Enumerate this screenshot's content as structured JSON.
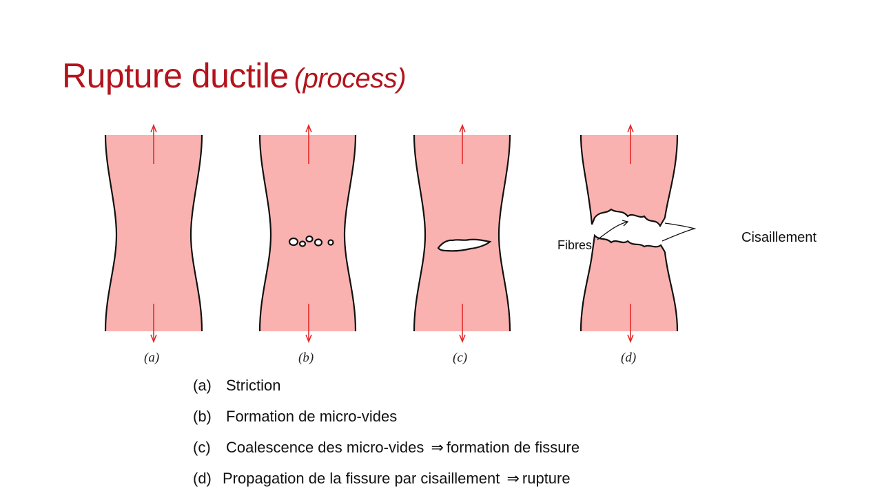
{
  "title": {
    "main": "Rupture ductile",
    "sub": "(process)"
  },
  "figure": {
    "panel_labels": [
      "(a)",
      "(b)",
      "(c)",
      "(d)"
    ],
    "annotations": {
      "fibres": "Fibres",
      "shear": "Cisaillement"
    },
    "colors": {
      "specimen": "#f9b2b0",
      "arrow": "#e32a2a",
      "title": "#b3141c"
    }
  },
  "legend": [
    {
      "tag": "(a)",
      "text": "Striction"
    },
    {
      "tag": "(b)",
      "text": "Formation de micro-vides"
    },
    {
      "tag": "(c)",
      "text": "Coalescence des micro-vides",
      "arrow": "⇒",
      "result": "formation de fissure"
    },
    {
      "tag": "(d)",
      "text": "Propagation de la fissure par cisaillement",
      "arrow": "⇒",
      "result": "rupture"
    }
  ]
}
